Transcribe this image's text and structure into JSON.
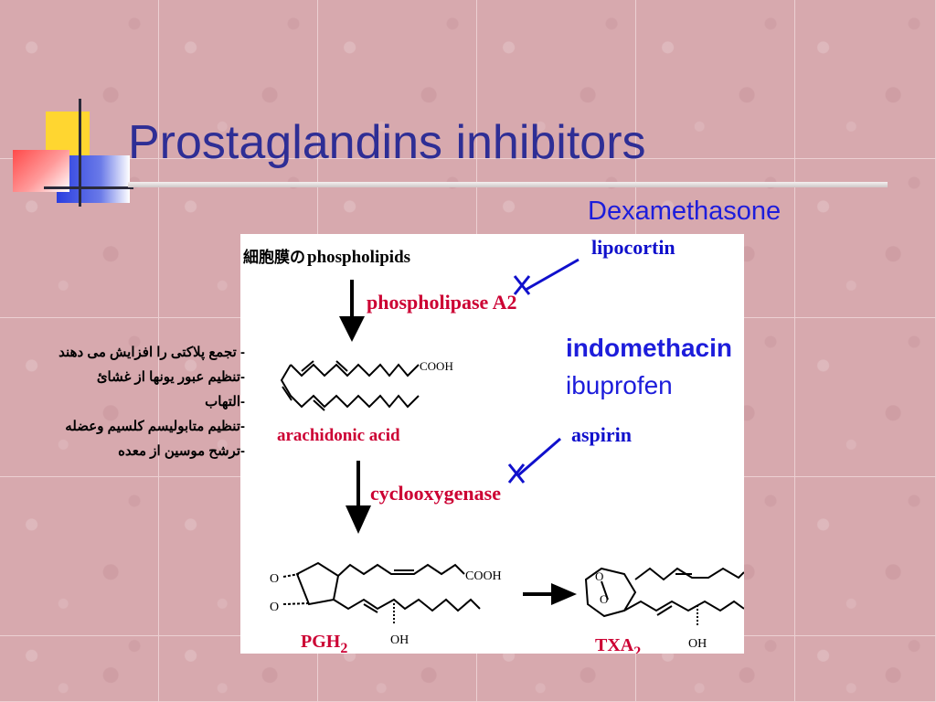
{
  "slide": {
    "title": "Prostaglandins inhibitors",
    "dexamethasone": "Dexamethasone",
    "nsaid_bold": "indomethacin",
    "nsaid": "ibuprofen",
    "effects": [
      "- تجمع پلاکتی را افزایش می دهند",
      "-تنظیم عبور یونها از غشائ",
      "-التهاب",
      "-تنظیم متابولیسم کلسیم وعضله",
      "-ترشح موسین از معده"
    ]
  },
  "diagram": {
    "membrane_label": "細胞膜の",
    "phospholipids": "phospholipids",
    "lipocortin": "lipocortin",
    "phospholipase": "phospholipase A2",
    "cooh_label": "COOH",
    "arachidonic": "arachidonic acid",
    "aspirin": "aspirin",
    "cyclooxygenase": "cyclooxygenase",
    "cooh2_label": "COOH",
    "oh_label": "OH",
    "pgh2": "PGH",
    "pgh2_sub": "2",
    "oh2_label": "OH",
    "txa2": "TXA",
    "txa2_sub": "2",
    "o_label": "O"
  },
  "colors": {
    "title": "#2e2e95",
    "blue_text": "#1d1ddb",
    "diagram_red": "#cc0033",
    "diagram_blue": "#1010cc",
    "background": "#d9aeb2"
  }
}
